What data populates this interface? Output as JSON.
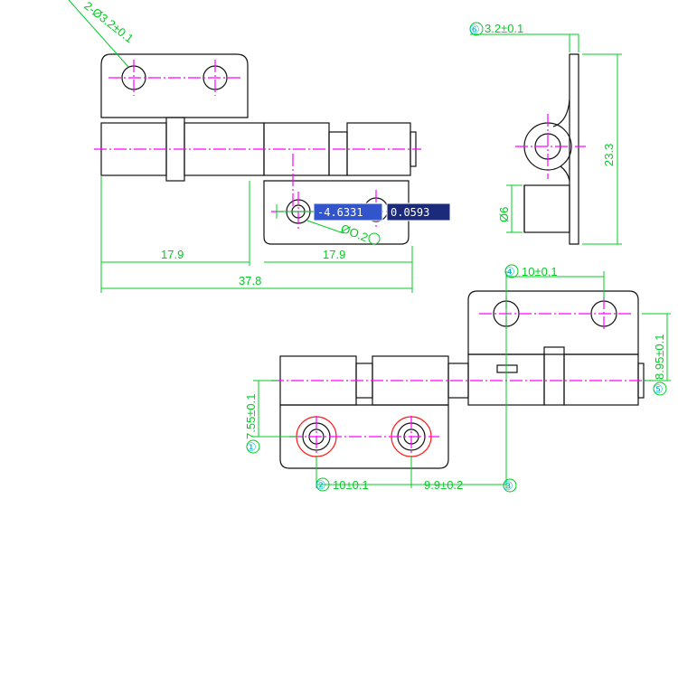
{
  "colors": {
    "background": "#ffffff",
    "outline": "#111111",
    "centerline": "#ff00ff",
    "dimension": "#00cc22",
    "balloon": "#00b8d4",
    "hole_highlight": "#ff2020",
    "input_box_bg": "#1b2a7a",
    "input_box_selected_bg": "#3355cc",
    "input_box_text": "#ffffff"
  },
  "views": {
    "top_left": {
      "hole_dia_label": "2-Ø3.2±0.1",
      "dim_left": "17.9",
      "dim_right": "17.9",
      "dim_total": "37.8",
      "rotation_leader_label": "ØO.2"
    },
    "side": {
      "balloon": "⑥",
      "thickness_label": "3.2±0.1",
      "height_label": "23.3",
      "pin_dia_label": "Ø6"
    },
    "bottom": {
      "balloon_top": "④",
      "top_hole_spacing": "10±0.1",
      "right_balloon": "⑤",
      "right_offset": "8.95±0.1",
      "left_balloon": "①",
      "left_offset": "7.55±0.1",
      "bottom_balloon_left": "②",
      "bottom_hole_spacing": "10±0.1",
      "bottom_offset": "9.9±0.2",
      "bottom_balloon_right": "③"
    }
  },
  "coordinate_input": {
    "x_value": "-4.6331",
    "y_value": "0.0593"
  }
}
